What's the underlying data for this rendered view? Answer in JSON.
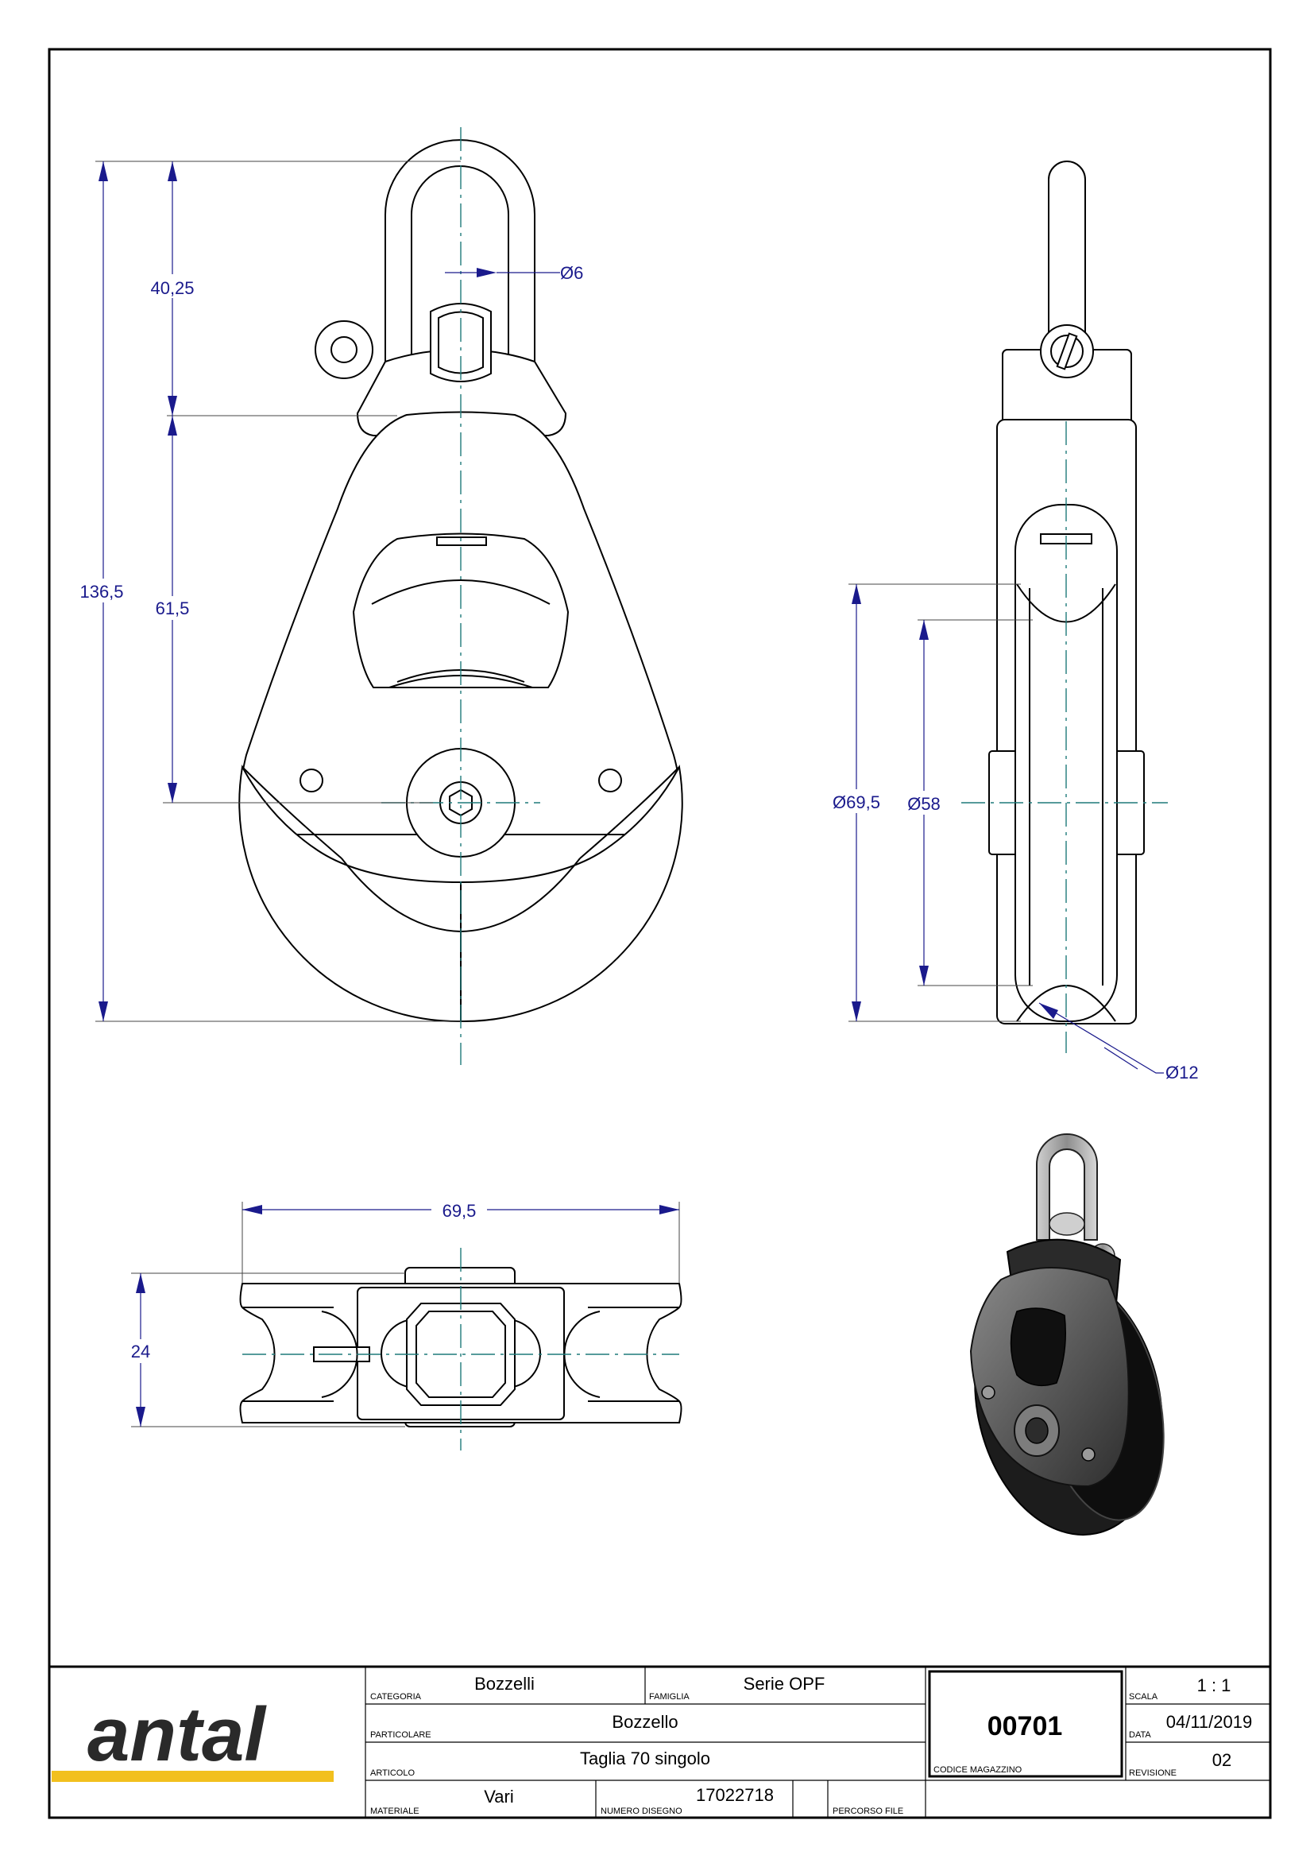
{
  "drawing": {
    "dimensions": {
      "pin_diameter": "Ø6",
      "shackle_height": "40,25",
      "body_height": "61,5",
      "total_height": "136,5",
      "sheave_outer_diameter": "Ø69,5",
      "sheave_inner_diameter": "Ø58",
      "rope_diameter": "Ø12",
      "width": "69,5",
      "thickness": "24"
    }
  },
  "title_block": {
    "logo": "antal",
    "categoria_label": "CATEGORIA",
    "categoria": "Bozzelli",
    "famiglia_label": "FAMIGLIA",
    "famiglia": "Serie OPF",
    "particolare_label": "PARTICOLARE",
    "particolare": "Bozzello",
    "articolo_label": "ARTICOLO",
    "articolo": "Taglia 70 singolo",
    "materiale_label": "MATERIALE",
    "materiale": "Vari",
    "numero_disegno_label": "NUMERO DISEGNO",
    "numero_disegno": "17022718",
    "percorso_file_label": "PERCORSO FILE",
    "codice_magazzino_label": "CODICE MAGAZZINO",
    "codice_magazzino": "00701",
    "scala_label": "SCALA",
    "scala": "1 : 1",
    "data_label": "DATA",
    "data": "04/11/2019",
    "revisione_label": "REVISIONE",
    "revisione": "02"
  },
  "colors": {
    "dimension": "#1a1a8c",
    "centerline": "#1f7a7a",
    "logo_stripe": "#f2c01e"
  }
}
